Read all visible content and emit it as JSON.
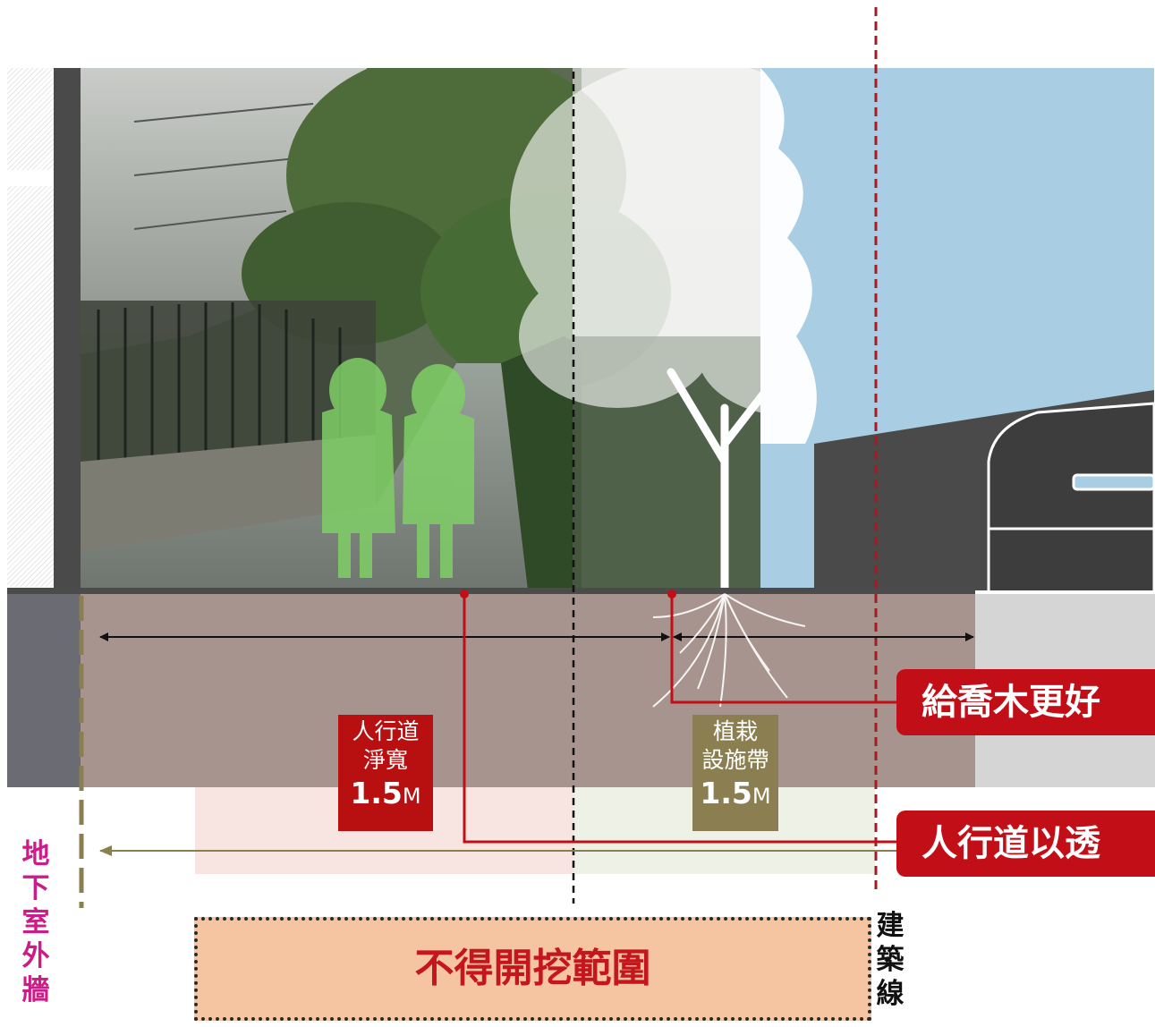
{
  "sidewalk": {
    "line1": "人行道",
    "line2": "淨寬",
    "value": "1.5",
    "unit": "M"
  },
  "planting": {
    "line1": "植栽",
    "line2": "設施帶",
    "value": "1.5",
    "unit": "M"
  },
  "callouts": {
    "tree": "給喬木更好",
    "sidewalk": "人行道以透"
  },
  "no_dig_zone": "不得開挖範圍",
  "building_line": "建築線",
  "basement_wall": "地下室外牆",
  "colors": {
    "sidewalk_accent": "#b80f10",
    "planting_accent": "#8b7f52",
    "callout": "#c20e16",
    "building_line": "#a41b22",
    "basement_wall_label": "#cc1c87",
    "no_dig_fill": "#f4c5a0"
  }
}
